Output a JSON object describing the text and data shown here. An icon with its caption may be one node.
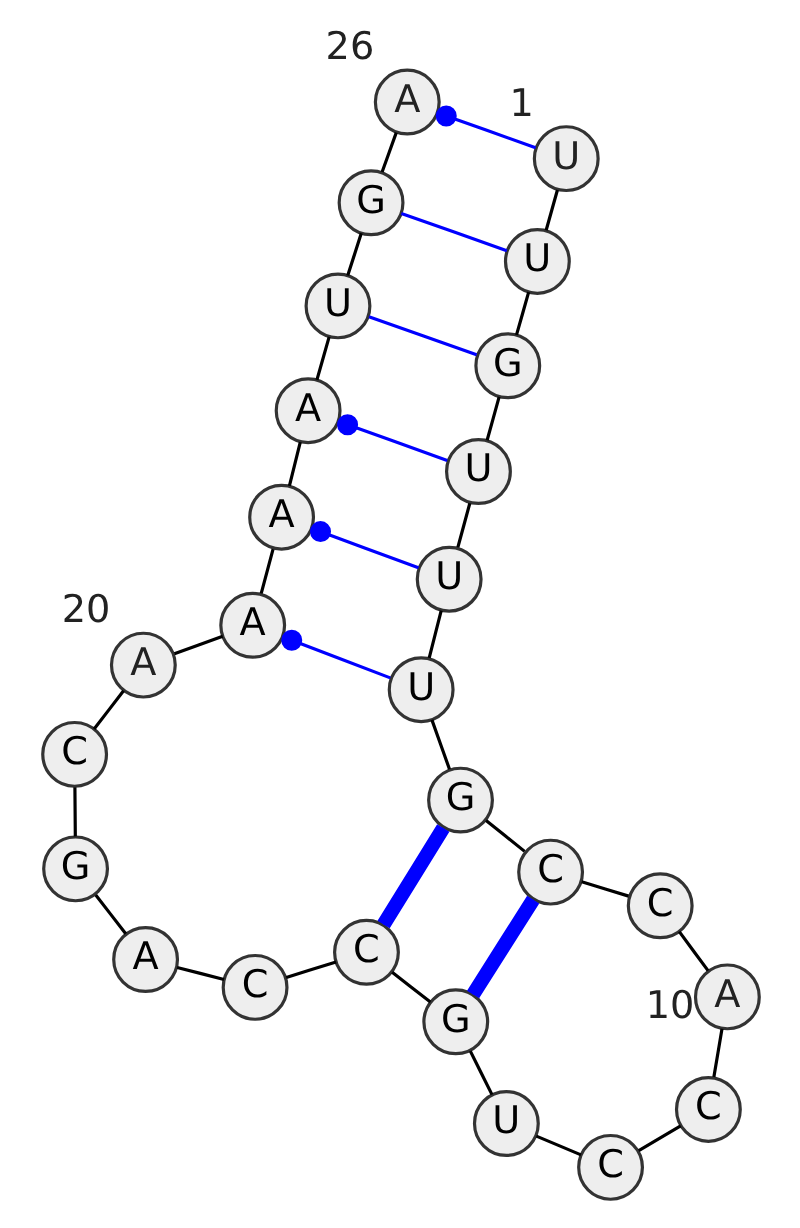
{
  "diagram": {
    "nodes": [
      {
        "text": [
          "U"
        ],
        "beside": [
          "1"
        ]
      },
      {
        "text": [
          "U"
        ]
      },
      {
        "text": [
          "G"
        ]
      },
      {
        "text": [
          "U"
        ]
      },
      {
        "text": [
          "U"
        ]
      },
      {
        "text": [
          "U"
        ]
      },
      {
        "text": [
          "G"
        ]
      },
      {
        "text": [
          "C"
        ]
      },
      {
        "text": [
          "C"
        ]
      },
      {
        "text": [
          "A"
        ],
        "beside": [
          "10"
        ]
      },
      {
        "text": [
          "C"
        ]
      },
      {
        "text": [
          "C"
        ]
      },
      {
        "text": [
          "U"
        ]
      },
      {
        "text": [
          "G"
        ]
      },
      {
        "text": [
          "C"
        ]
      },
      {
        "text": [
          "C"
        ]
      },
      {
        "text": [
          "A"
        ]
      },
      {
        "text": [
          "G"
        ]
      },
      {
        "text": [
          "C"
        ]
      },
      {
        "text": [
          "A"
        ],
        "beside": [
          "20"
        ]
      },
      {
        "text": [
          "A"
        ]
      },
      {
        "text": [
          "A"
        ]
      },
      {
        "text": [
          "A"
        ]
      },
      {
        "text": [
          "U"
        ]
      },
      {
        "text": [
          "G"
        ]
      },
      {
        "text": [
          "A"
        ],
        "beside": [
          "26"
        ]
      }
    ],
    "edges": [
      {
        "from": 0,
        "to": 1,
        "arrow": "none"
      },
      {
        "from": 1,
        "to": 2,
        "arrow": "none"
      },
      {
        "from": 2,
        "to": 3,
        "arrow": "none"
      },
      {
        "from": 3,
        "to": 4,
        "arrow": "none"
      },
      {
        "from": 4,
        "to": 5,
        "arrow": "none"
      },
      {
        "from": 5,
        "to": 6,
        "arrow": "none"
      },
      {
        "from": 6,
        "to": 7,
        "arrow": "none"
      },
      {
        "from": 7,
        "to": 8,
        "arrow": "none"
      },
      {
        "from": 8,
        "to": 9,
        "arrow": "none"
      },
      {
        "from": 9,
        "to": 10,
        "arrow": "none"
      },
      {
        "from": 10,
        "to": 11,
        "arrow": "none"
      },
      {
        "from": 11,
        "to": 12,
        "arrow": "none"
      },
      {
        "from": 12,
        "to": 13,
        "arrow": "none"
      },
      {
        "from": 13,
        "to": 14,
        "arrow": "none"
      },
      {
        "from": 14,
        "to": 15,
        "arrow": "none"
      },
      {
        "from": 15,
        "to": 16,
        "arrow": "none"
      },
      {
        "from": 16,
        "to": 17,
        "arrow": "none"
      },
      {
        "from": 17,
        "to": 18,
        "arrow": "none"
      },
      {
        "from": 18,
        "to": 19,
        "arrow": "none"
      },
      {
        "from": 19,
        "to": 20,
        "arrow": "none"
      },
      {
        "from": 20,
        "to": 21,
        "arrow": "none"
      },
      {
        "from": 21,
        "to": 22,
        "arrow": "none"
      },
      {
        "from": 22,
        "to": 23,
        "arrow": "none"
      },
      {
        "from": 23,
        "to": 24,
        "arrow": "none"
      },
      {
        "from": 24,
        "to": 25,
        "arrow": "none"
      },
      {
        "from": 0,
        "to": 25,
        "arrow": "other",
        "color": "#0000ff"
      },
      {
        "from": 1,
        "to": 24,
        "arrow": "none",
        "color": "#0000ff"
      },
      {
        "from": 2,
        "to": 23,
        "arrow": "none",
        "color": "#0000ff"
      },
      {
        "from": 3,
        "to": 22,
        "arrow": "other",
        "color": "#0000ff"
      },
      {
        "from": 4,
        "to": 21,
        "arrow": "other",
        "color": "#0000ff"
      },
      {
        "from": 5,
        "to": 20,
        "arrow": "other",
        "color": "#0000ff"
      },
      {
        "from": 6,
        "to": 14,
        "arrow": "none",
        "style": "thick",
        "color": "#0000ff"
      },
      {
        "from": 7,
        "to": 13,
        "arrow": "none",
        "style": "thick",
        "color": "#0000ff"
      }
    ]
  }
}
